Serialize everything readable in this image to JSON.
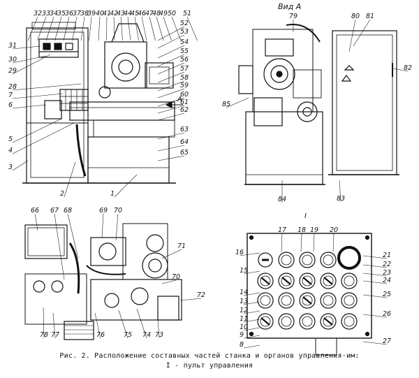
{
  "caption": {
    "line1": "Рис. 2. Расположение составных частей станка и органов управления·им:",
    "line2": "I - пульт управления"
  },
  "view_labels": {
    "view_a": "Вид А",
    "arrow_a": "А",
    "panel_title": "I"
  },
  "callouts": {
    "top_row": [
      "32",
      "33",
      "34",
      "35",
      "36",
      "37",
      "38",
      "39",
      "40",
      "41",
      "42",
      "43",
      "44",
      "45",
      "46",
      "47",
      "48",
      "49",
      "50",
      "51"
    ],
    "right_col": [
      "52",
      "53",
      "54",
      "55",
      "56",
      "57",
      "58",
      "59",
      "60",
      "61",
      "62",
      "63",
      "64",
      "65"
    ],
    "left_col": [
      "31",
      "30",
      "29",
      "28",
      "7",
      "6",
      "5",
      "4",
      "3",
      "2",
      "1"
    ],
    "view_a": [
      "79",
      "80",
      "81",
      "82",
      "85",
      "84",
      "83"
    ],
    "bottom_left": [
      "66",
      "67",
      "68",
      "69",
      "70",
      "71",
      "70",
      "72",
      "73",
      "74",
      "75",
      "76",
      "77",
      "78"
    ],
    "panel_top": [
      "17",
      "18",
      "19",
      "20"
    ],
    "panel_left": [
      "16",
      "15",
      "14",
      "13",
      "12",
      "11",
      "10",
      "9",
      "8"
    ],
    "panel_right": [
      "21",
      "22",
      "23",
      "24",
      "25",
      "26",
      "27"
    ]
  }
}
